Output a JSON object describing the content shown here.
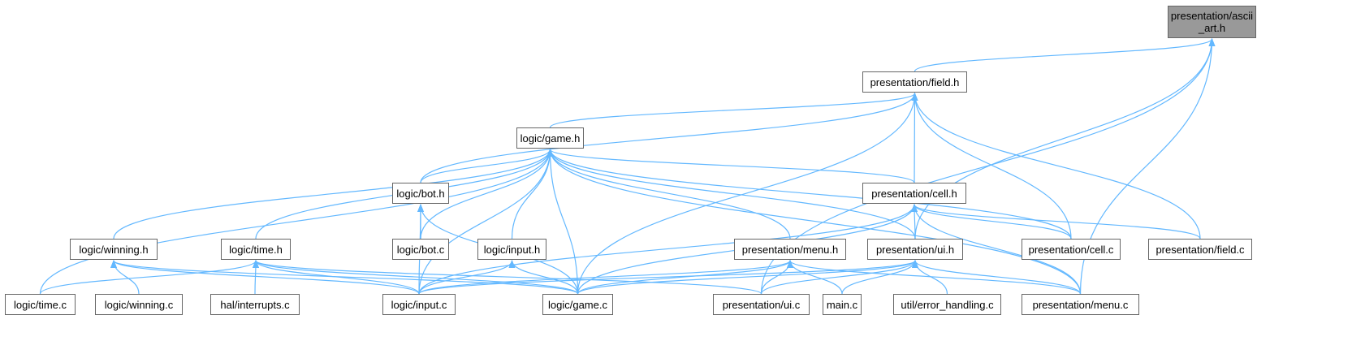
{
  "graph": {
    "edge_color": "#63b8ff",
    "root_fill": "#999999",
    "node_border": "#666666",
    "nodes": [
      {
        "id": "ascii_art_h",
        "label": "presentation/ascii\n_art.h",
        "root": true
      },
      {
        "id": "field_h",
        "label": "presentation/field.h"
      },
      {
        "id": "game_h",
        "label": "logic/game.h"
      },
      {
        "id": "bot_h",
        "label": "logic/bot.h"
      },
      {
        "id": "cell_h",
        "label": "presentation/cell.h"
      },
      {
        "id": "winning_h",
        "label": "logic/winning.h"
      },
      {
        "id": "time_h",
        "label": "logic/time.h"
      },
      {
        "id": "bot_c",
        "label": "logic/bot.c"
      },
      {
        "id": "input_h",
        "label": "logic/input.h"
      },
      {
        "id": "menu_h",
        "label": "presentation/menu.h"
      },
      {
        "id": "ui_h",
        "label": "presentation/ui.h"
      },
      {
        "id": "cell_c",
        "label": "presentation/cell.c"
      },
      {
        "id": "field_c",
        "label": "presentation/field.c"
      },
      {
        "id": "time_c",
        "label": "logic/time.c"
      },
      {
        "id": "winning_c",
        "label": "logic/winning.c"
      },
      {
        "id": "interrupts_c",
        "label": "hal/interrupts.c"
      },
      {
        "id": "input_c",
        "label": "logic/input.c"
      },
      {
        "id": "game_c",
        "label": "logic/game.c"
      },
      {
        "id": "ui_c",
        "label": "presentation/ui.c"
      },
      {
        "id": "main_c",
        "label": "main.c"
      },
      {
        "id": "error_handling_c",
        "label": "util/error_handling.c"
      },
      {
        "id": "menu_c",
        "label": "presentation/menu.c"
      }
    ],
    "edges": [
      [
        "field_h",
        "ascii_art_h"
      ],
      [
        "ui_h",
        "ascii_art_h"
      ],
      [
        "ui_c",
        "ascii_art_h"
      ],
      [
        "menu_c",
        "ascii_art_h"
      ],
      [
        "game_h",
        "field_h"
      ],
      [
        "bot_h",
        "field_h"
      ],
      [
        "cell_h",
        "field_h"
      ],
      [
        "game_c",
        "field_h"
      ],
      [
        "cell_c",
        "field_h"
      ],
      [
        "field_c",
        "field_h"
      ],
      [
        "bot_h",
        "game_h"
      ],
      [
        "cell_h",
        "game_h"
      ],
      [
        "winning_h",
        "game_h"
      ],
      [
        "time_h",
        "game_h"
      ],
      [
        "bot_c",
        "game_h"
      ],
      [
        "input_h",
        "game_h"
      ],
      [
        "menu_h",
        "game_h"
      ],
      [
        "ui_h",
        "game_h"
      ],
      [
        "cell_c",
        "game_h"
      ],
      [
        "time_c",
        "game_h"
      ],
      [
        "input_c",
        "game_h"
      ],
      [
        "game_c",
        "game_h"
      ],
      [
        "menu_c",
        "game_h"
      ],
      [
        "bot_c",
        "bot_h"
      ],
      [
        "input_c",
        "bot_h"
      ],
      [
        "game_c",
        "bot_h"
      ],
      [
        "ui_h",
        "cell_h"
      ],
      [
        "cell_c",
        "cell_h"
      ],
      [
        "field_c",
        "cell_h"
      ],
      [
        "input_c",
        "cell_h"
      ],
      [
        "game_c",
        "cell_h"
      ],
      [
        "menu_c",
        "cell_h"
      ],
      [
        "winning_c",
        "winning_h"
      ],
      [
        "input_c",
        "winning_h"
      ],
      [
        "game_c",
        "winning_h"
      ],
      [
        "time_c",
        "time_h"
      ],
      [
        "interrupts_c",
        "time_h"
      ],
      [
        "input_c",
        "time_h"
      ],
      [
        "game_c",
        "time_h"
      ],
      [
        "ui_c",
        "time_h"
      ],
      [
        "input_c",
        "input_h"
      ],
      [
        "game_c",
        "input_h"
      ],
      [
        "input_c",
        "menu_h"
      ],
      [
        "game_c",
        "menu_h"
      ],
      [
        "ui_c",
        "menu_h"
      ],
      [
        "main_c",
        "menu_h"
      ],
      [
        "menu_c",
        "menu_h"
      ],
      [
        "input_c",
        "ui_h"
      ],
      [
        "game_c",
        "ui_h"
      ],
      [
        "ui_c",
        "ui_h"
      ],
      [
        "main_c",
        "ui_h"
      ],
      [
        "error_handling_c",
        "ui_h"
      ],
      [
        "menu_c",
        "ui_h"
      ]
    ]
  }
}
